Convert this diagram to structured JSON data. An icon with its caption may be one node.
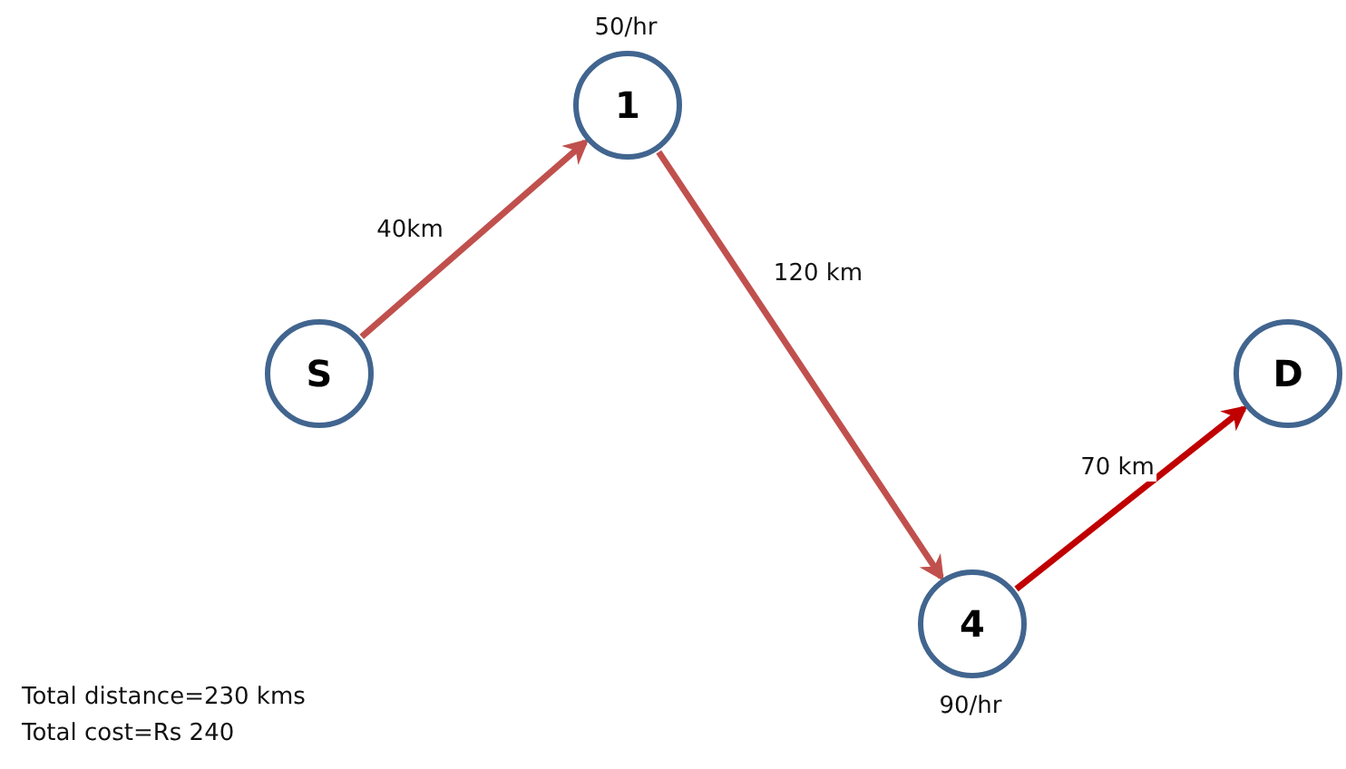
{
  "diagram": {
    "nodes": [
      {
        "text": [
          "S"
        ]
      },
      {
        "text": [
          "1"
        ],
        "beside": [
          "50/hr"
        ]
      },
      {
        "text": [
          "4"
        ],
        "beside": [
          "90/hr"
        ]
      },
      {
        "text": [
          "D"
        ]
      }
    ],
    "edges": [
      {
        "from": 0,
        "to": 1,
        "arrow": "to",
        "label": "40km"
      },
      {
        "from": 1,
        "to": 2,
        "arrow": "to",
        "label": "120 km"
      },
      {
        "from": 2,
        "to": 3,
        "arrow": "to",
        "label": "70 km",
        "color": "#c00000"
      }
    ],
    "labels": [
      "Total distance=230 kms",
      "Total cost=Rs 240"
    ]
  }
}
